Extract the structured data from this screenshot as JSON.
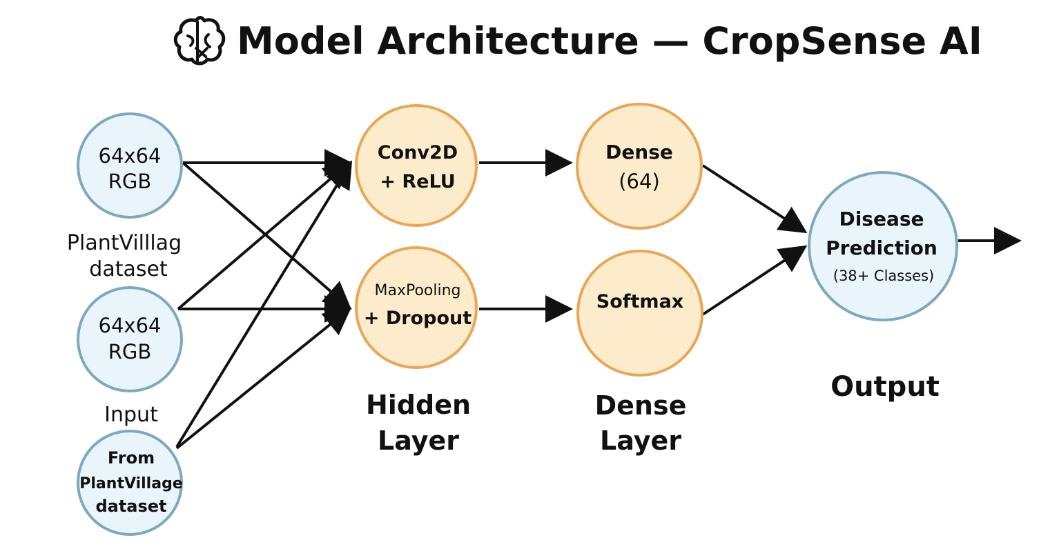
{
  "title": "Model Architecture — CropSense AI",
  "icon": "brain-icon",
  "colors": {
    "input_fill": "#e9f5fb",
    "input_stroke": "#7ea9bd",
    "hidden_fill": "#fdeccb",
    "hidden_stroke": "#e9a657",
    "arrow": "#111111"
  },
  "nodes": {
    "input_1": {
      "line1": "64x64",
      "line2": "RGB"
    },
    "input_2": {
      "line1": "64x64",
      "line2": "RGB"
    },
    "input_3": {
      "line1": "From",
      "line2": "PlantVillage",
      "line3": "dataset"
    },
    "conv": {
      "line1": "Conv2D",
      "line2": "+ ReLU"
    },
    "maxpool": {
      "line1": "MaxPooling",
      "line2": "+ Dropout"
    },
    "dense": {
      "line1": "Dense",
      "line2": "(64)"
    },
    "softmax": {
      "line1": "Softmax"
    },
    "output": {
      "line1": "Disease",
      "line2": "Prediction",
      "line3": "(38+ Classes)"
    }
  },
  "captions": {
    "dataset_line1": "PlantVilllag",
    "dataset_line2": "dataset",
    "input": "Input",
    "hidden_line1": "Hidden",
    "hidden_line2": "Layer",
    "dense_line1": "Dense",
    "dense_line2": "Layer",
    "output": "Output"
  }
}
